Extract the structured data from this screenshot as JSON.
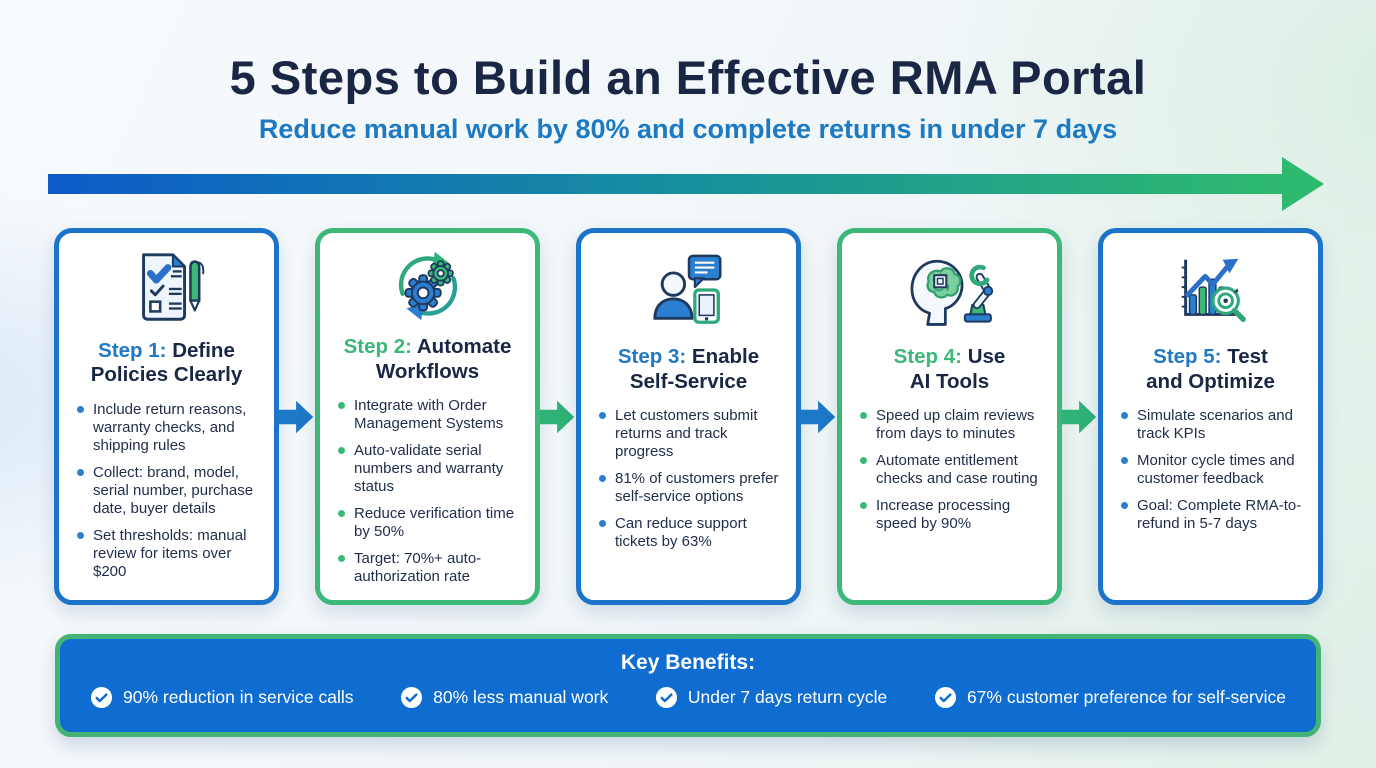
{
  "header": {
    "title": "5 Steps to Build an Effective RMA Portal",
    "subtitle": "Reduce manual work by 80% and complete returns in under 7 days"
  },
  "timeline_arrow": {
    "gradient_start": "#0d5bc9",
    "gradient_mid": "#17939a",
    "gradient_end": "#2eba6e"
  },
  "steps": [
    {
      "label": "Step 1:",
      "title_line1": "Define",
      "title_line2": "Policies Clearly",
      "accent": "blue",
      "icon": "checklist-pen-icon",
      "bullets": [
        "Include return reasons, warranty checks, and shipping rules",
        "Collect: brand, model, serial number, purchase date, buyer details",
        "Set thresholds: manual review for items over $200"
      ]
    },
    {
      "label": "Step 2:",
      "title_line1": "Automate",
      "title_line2": "Workflows",
      "accent": "green",
      "icon": "automation-gears-icon",
      "bullets": [
        "Integrate with Order Management Systems",
        "Auto-validate serial numbers and warranty status",
        "Reduce verification time by 50%",
        "Target: 70%+ auto-authorization rate"
      ]
    },
    {
      "label": "Step 3:",
      "title_line1": "Enable",
      "title_line2": "Self-Service",
      "accent": "blue",
      "icon": "self-service-chat-tablet-icon",
      "bullets": [
        "Let customers submit returns and track progress",
        "81% of customers prefer self-service options",
        "Can reduce support tickets by 63%"
      ]
    },
    {
      "label": "Step 4:",
      "title_line1": "Use",
      "title_line2": "AI Tools",
      "accent": "green",
      "icon": "ai-head-robot-arm-icon",
      "bullets": [
        "Speed up claim reviews from days to minutes",
        "Automate entitlement checks and case routing",
        "Increase processing speed by 90%"
      ]
    },
    {
      "label": "Step 5:",
      "title_line1": "Test",
      "title_line2": "and Optimize",
      "accent": "blue",
      "icon": "analytics-target-icon",
      "bullets": [
        "Simulate scenarios and track KPIs",
        "Monitor cycle times and customer feedback",
        "Goal: Complete RMA-to-refund in 5-7 days"
      ]
    }
  ],
  "flow_arrows": [
    {
      "color": "blue"
    },
    {
      "color": "green"
    },
    {
      "color": "blue"
    },
    {
      "color": "green"
    }
  ],
  "benefits": {
    "title": "Key Benefits:",
    "items": [
      "90% reduction in service calls",
      "80% less manual work",
      "Under 7 days return cycle",
      "67% customer preference for self-service"
    ]
  },
  "colors": {
    "navy_text": "#1a2744",
    "blue_accent": "#2178c4",
    "green_accent": "#3cb878",
    "bar_fill_blue": "#0f6cd0",
    "bar_border_green": "#43b476"
  }
}
